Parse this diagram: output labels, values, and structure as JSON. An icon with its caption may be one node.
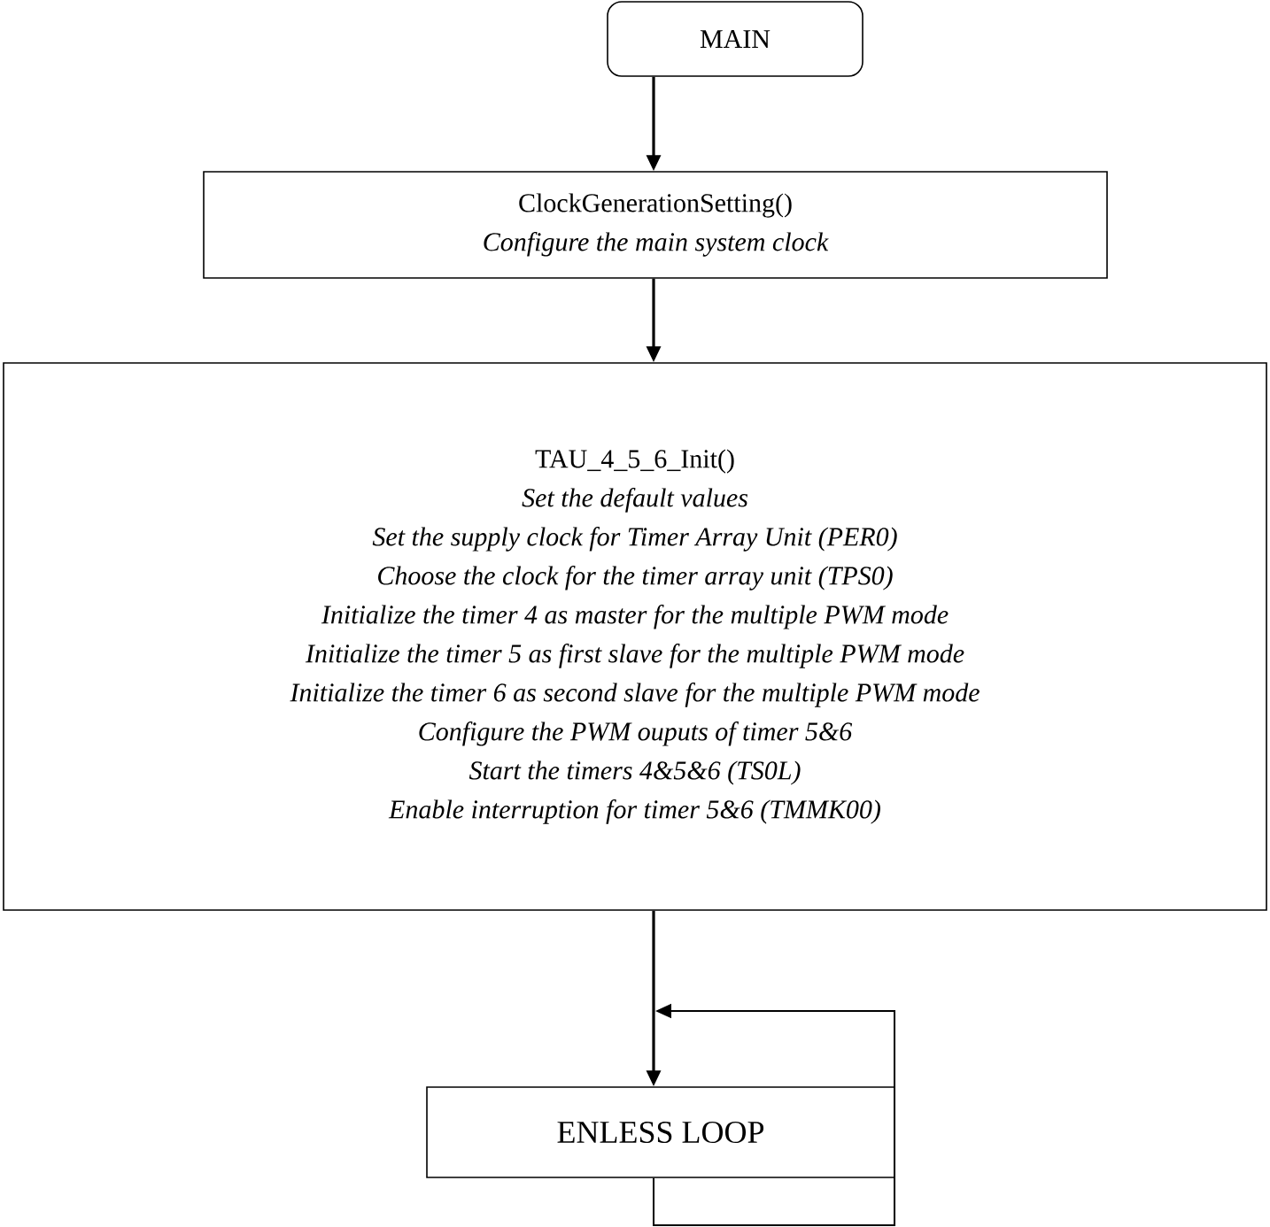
{
  "diagram": {
    "nodes": [
      {
        "text": [
          "MAIN"
        ]
      },
      {
        "text": [
          "ClockGenerationSetting()",
          "Configure the main system clock"
        ]
      },
      {
        "text": [
          "TAU_4_5_6_Init()",
          "Set the default values",
          "Set the supply clock for Timer Array Unit (PER0)",
          "Choose the clock for the timer array unit (TPS0)",
          "Initialize the timer 4 as master for the multiple PWM mode",
          "Initialize the timer 5 as first slave for the multiple PWM mode",
          "Initialize the timer 6 as second slave for the multiple PWM mode",
          "Configure the PWM ouputs of timer 5&6",
          "Start the timers 4&5&6 (TS0L)",
          "Enable interruption for timer 5&6 (TMMK00)"
        ]
      },
      {
        "text": [
          "ENLESS LOOP"
        ]
      }
    ],
    "edges": [
      {
        "from": 0,
        "to": 1,
        "arrow": "to"
      },
      {
        "from": 1,
        "to": 2,
        "arrow": "to"
      },
      {
        "from": 2,
        "to": 3,
        "arrow": "to"
      },
      {
        "from": 3,
        "to": 3,
        "arrow": "to"
      }
    ]
  }
}
